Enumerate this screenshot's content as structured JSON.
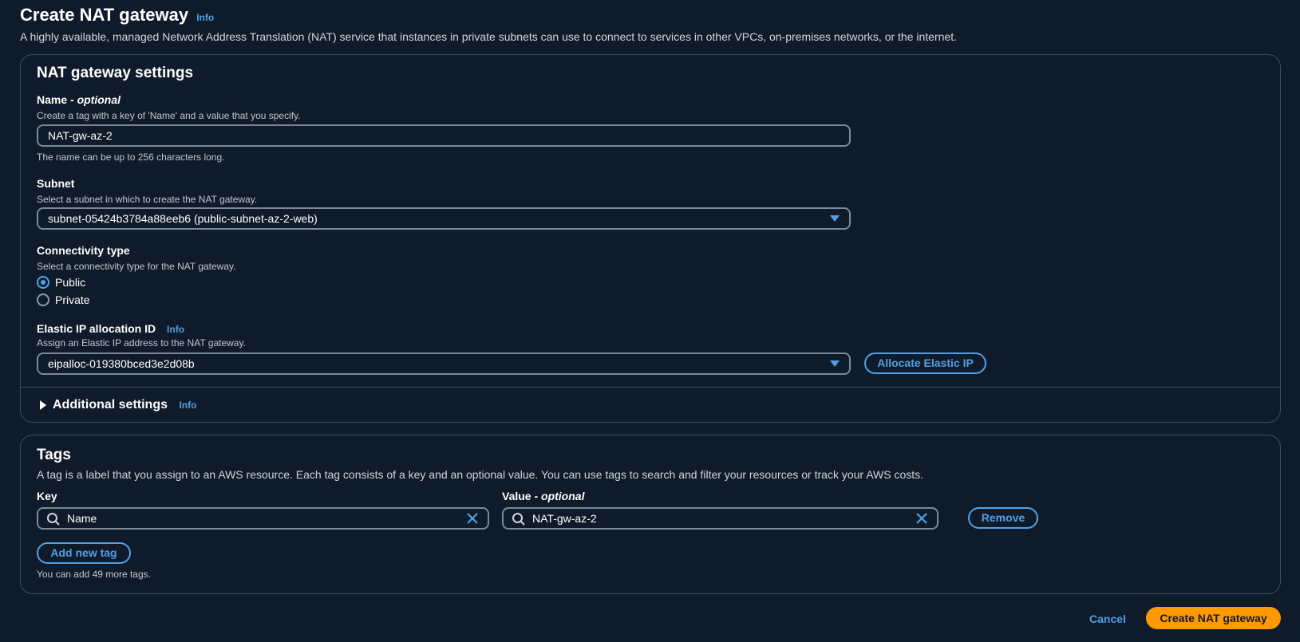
{
  "page": {
    "title": "Create NAT gateway",
    "info": "Info",
    "description": "A highly available, managed Network Address Translation (NAT) service that instances in private subnets can use to connect to services in other VPCs, on-premises networks, or the internet."
  },
  "settings": {
    "heading": "NAT gateway settings",
    "name": {
      "label": "Name - ",
      "label_optional": "optional",
      "description": "Create a tag with a key of 'Name' and a value that you specify.",
      "value": "NAT-gw-az-2",
      "constraint": "The name can be up to 256 characters long."
    },
    "subnet": {
      "label": "Subnet",
      "description": "Select a subnet in which to create the NAT gateway.",
      "selected": "subnet-05424b3784a88eeb6 (public-subnet-az-2-web)"
    },
    "connectivity": {
      "label": "Connectivity type",
      "description": "Select a connectivity type for the NAT gateway.",
      "options": [
        {
          "label": "Public",
          "checked": true
        },
        {
          "label": "Private",
          "checked": false
        }
      ]
    },
    "eip": {
      "label": "Elastic IP allocation ID",
      "info": "Info",
      "description": "Assign an Elastic IP address to the NAT gateway.",
      "selected": "eipalloc-019380bced3e2d08b",
      "allocate_button": "Allocate Elastic IP"
    },
    "additional": {
      "label": "Additional settings",
      "info": "Info"
    }
  },
  "tags": {
    "heading": "Tags",
    "description": "A tag is a label that you assign to an AWS resource. Each tag consists of a key and an optional value. You can use tags to search and filter your resources or track your AWS costs.",
    "key_label": "Key",
    "value_label": "Value - ",
    "value_label_optional": "optional",
    "rows": [
      {
        "key": "Name",
        "value": "NAT-gw-az-2",
        "remove": "Remove"
      }
    ],
    "add_button": "Add new tag",
    "remaining": "You can add 49 more tags."
  },
  "footer": {
    "cancel": "Cancel",
    "submit": "Create NAT gateway"
  },
  "colors": {
    "background": "#0f1b2a",
    "link": "#539fe5",
    "primary": "#ff9900",
    "border": "#414d5c"
  }
}
